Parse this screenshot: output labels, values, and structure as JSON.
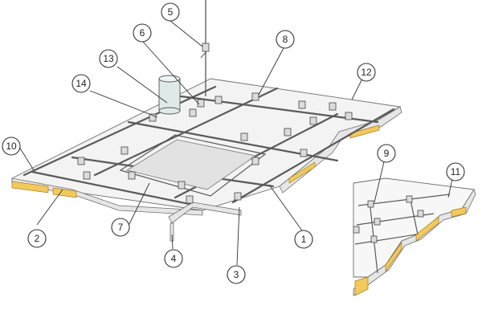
{
  "diagram": {
    "callouts": [
      {
        "id": "callout-1",
        "label": "1"
      },
      {
        "id": "callout-2",
        "label": "2"
      },
      {
        "id": "callout-3",
        "label": "3"
      },
      {
        "id": "callout-4",
        "label": "4"
      },
      {
        "id": "callout-5",
        "label": "5"
      },
      {
        "id": "callout-6",
        "label": "6"
      },
      {
        "id": "callout-7",
        "label": "7"
      },
      {
        "id": "callout-8",
        "label": "8"
      },
      {
        "id": "callout-9",
        "label": "9"
      },
      {
        "id": "callout-10",
        "label": "10"
      },
      {
        "id": "callout-11",
        "label": "11"
      },
      {
        "id": "callout-12",
        "label": "12"
      },
      {
        "id": "callout-13",
        "label": "13"
      },
      {
        "id": "callout-14",
        "label": "14"
      }
    ],
    "colors": {
      "panel": "#f3f3f3",
      "grid": "#5a5a5a",
      "insulation": "#f2c95c",
      "duct": "#dfe9e9"
    }
  }
}
